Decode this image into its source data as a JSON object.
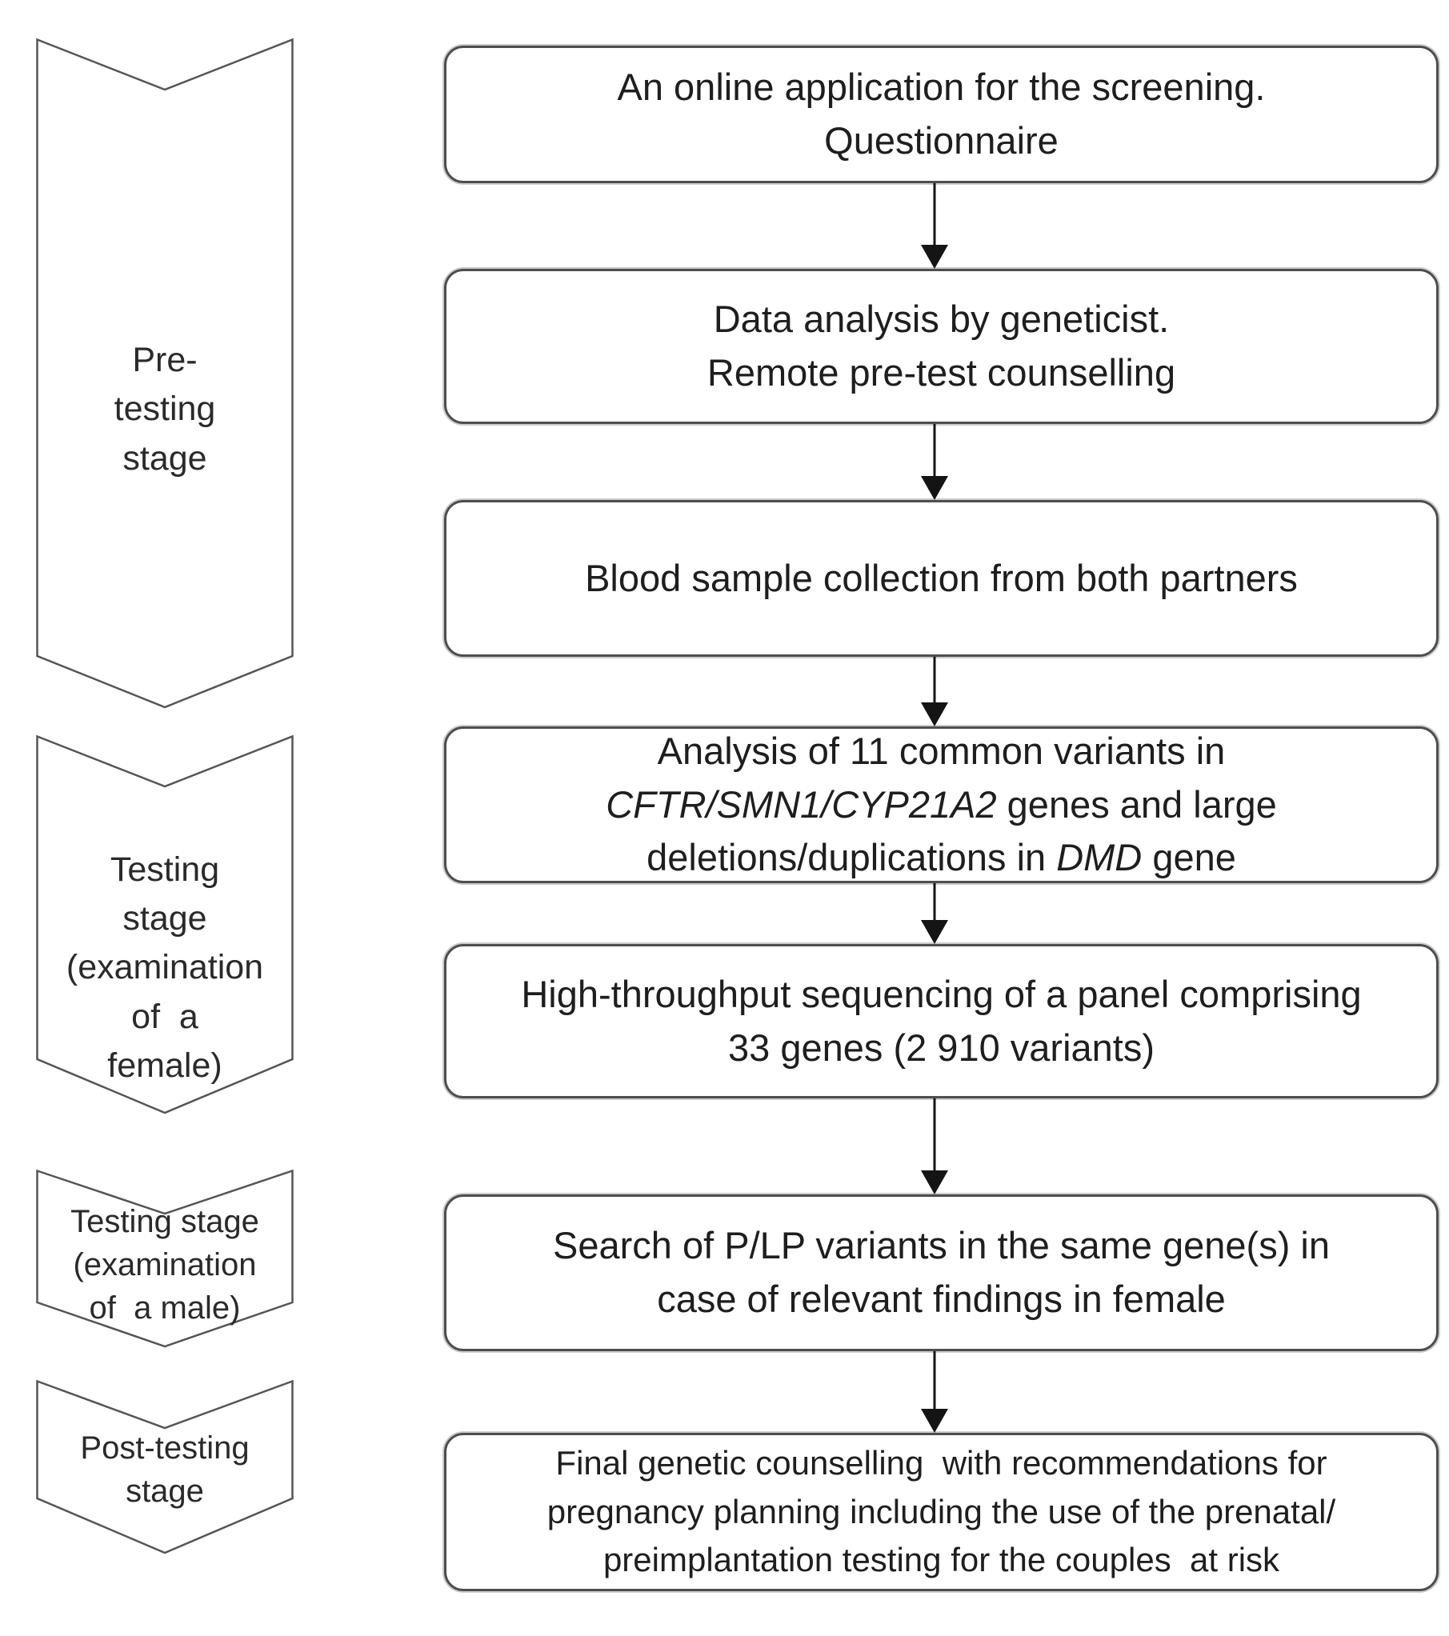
{
  "colors": {
    "background": "#ffffff",
    "box_outline": "#4e4e4e",
    "chevron_outline": "#555555",
    "text": "#1e1e1e",
    "arrow": "#141414"
  },
  "flow": {
    "stages": [
      {
        "id": "pre-testing",
        "lines": [
          [
            {
              "t": "Pre-"
            }
          ],
          [
            {
              "t": "testing"
            }
          ],
          [
            {
              "t": "stage"
            }
          ]
        ]
      },
      {
        "id": "testing-female",
        "lines": [
          [
            {
              "t": "Testing"
            }
          ],
          [
            {
              "t": "stage"
            }
          ],
          [
            {
              "t": "(examination"
            }
          ],
          [
            {
              "t": "of  a"
            }
          ],
          [
            {
              "t": "female)"
            }
          ]
        ]
      },
      {
        "id": "testing-male",
        "lines": [
          [
            {
              "t": "Testing stage"
            }
          ],
          [
            {
              "t": "(examination"
            }
          ],
          [
            {
              "t": "of  a male)"
            }
          ]
        ]
      },
      {
        "id": "post-testing",
        "lines": [
          [
            {
              "t": "Post-testing"
            }
          ],
          [
            {
              "t": "stage"
            }
          ]
        ]
      }
    ],
    "boxes": [
      {
        "id": "online-application",
        "lines": [
          [
            {
              "t": "An online application for the screening."
            }
          ],
          [
            {
              "t": "Questionnaire"
            }
          ]
        ]
      },
      {
        "id": "data-analysis",
        "lines": [
          [
            {
              "t": "Data analysis by geneticist."
            }
          ],
          [
            {
              "t": "Remote pre-test counselling"
            }
          ]
        ]
      },
      {
        "id": "blood-sample",
        "lines": [
          [
            {
              "t": "Blood sample collection from both partners"
            }
          ]
        ]
      },
      {
        "id": "common-variants",
        "lines": [
          [
            {
              "t": "Analysis of 11 common variants in"
            }
          ],
          [
            {
              "t": "CFTR/SMN1/CYP21A2",
              "i": true
            },
            {
              "t": " genes and large"
            }
          ],
          [
            {
              "t": "deletions/duplications in "
            },
            {
              "t": "DMD",
              "i": true
            },
            {
              "t": " gene"
            }
          ]
        ]
      },
      {
        "id": "panel-sequencing",
        "lines": [
          [
            {
              "t": "High-throughput sequencing of a panel comprising"
            }
          ],
          [
            {
              "t": "33 genes (2 910 variants)"
            }
          ]
        ]
      },
      {
        "id": "search-plp-variants",
        "lines": [
          [
            {
              "t": "Search of P/LP variants in the same gene(s) in"
            }
          ],
          [
            {
              "t": "case of relevant findings in female"
            }
          ]
        ]
      },
      {
        "id": "final-counselling",
        "lines": [
          [
            {
              "t": "Final genetic counselling  with recommendations for"
            }
          ],
          [
            {
              "t": "pregnancy planning including the use of the prenatal/"
            }
          ],
          [
            {
              "t": "preimplantation testing for the couples  at risk"
            }
          ]
        ]
      }
    ]
  }
}
